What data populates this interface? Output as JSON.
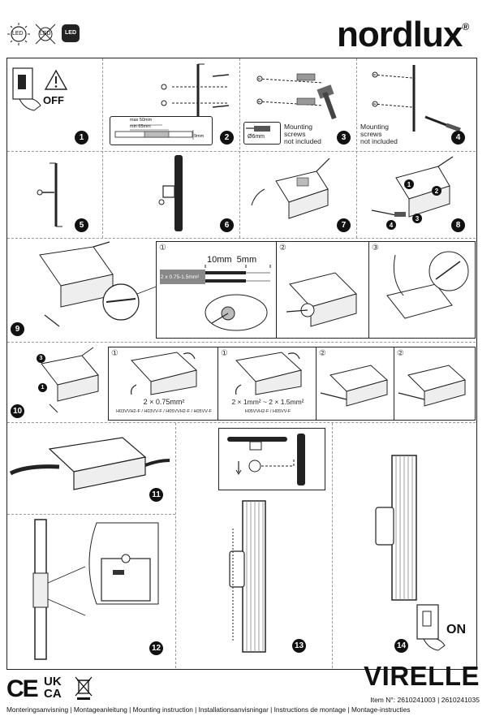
{
  "header": {
    "brand": "nordlux",
    "registered": "®",
    "led_icons": [
      {
        "name": "led-bulb-icon",
        "label": "LED"
      },
      {
        "name": "no-led-icon",
        "label": "LED"
      },
      {
        "name": "led-module-icon",
        "label": "LED"
      }
    ]
  },
  "steps": [
    {
      "number": "1",
      "text": "OFF"
    },
    {
      "number": "2",
      "dimensions": {
        "max": "max 50mm",
        "min": "min 65mm",
        "depth": "9mm"
      }
    },
    {
      "number": "3",
      "drill": "Ø6mm",
      "note": "Mounting\nscrews\nnot included"
    },
    {
      "number": "4",
      "note": "Mounting\nscrews\nnot included"
    },
    {
      "number": "5"
    },
    {
      "number": "6"
    },
    {
      "number": "7"
    },
    {
      "number": "8"
    },
    {
      "number": "9",
      "sub_labels": [
        "①",
        "②",
        "③"
      ],
      "strip": "10mm  5mm",
      "cable": "2 x 0.75-1.5mm²"
    },
    {
      "number": "10",
      "sub_labels": [
        "①",
        "①",
        "②",
        "②"
      ],
      "wire_a": "2 × 0.75mm²",
      "wire_a_types": "H03VVH2-F / H03VV-F / H05VVH2-F / H05VV-F",
      "wire_b": "2 × 1mm² ~ 2 × 1.5mm²",
      "wire_b_types": "H05VVH2-F / H05VV-F"
    },
    {
      "number": "11"
    },
    {
      "number": "12"
    },
    {
      "number": "13"
    },
    {
      "number": "14",
      "text": "ON"
    }
  ],
  "inner_step_marks": {
    "step8": [
      "1",
      "2",
      "3",
      "4"
    ],
    "step10": [
      "1",
      "3"
    ]
  },
  "footer": {
    "product": "VIRELLE",
    "item_no": "Item N°: 2610241003 | 2610241035",
    "languages": "Monteringsanvisning | Montageanleitung | Mounting instruction | Installationsanvisningar | Instructions de montage | Montage-instructies",
    "marks": {
      "ce": "CE",
      "ukca_top": "UK",
      "ukca_bottom": "CA"
    }
  },
  "colors": {
    "ink": "#111111",
    "grid": "#999999",
    "shade": "#888888"
  }
}
